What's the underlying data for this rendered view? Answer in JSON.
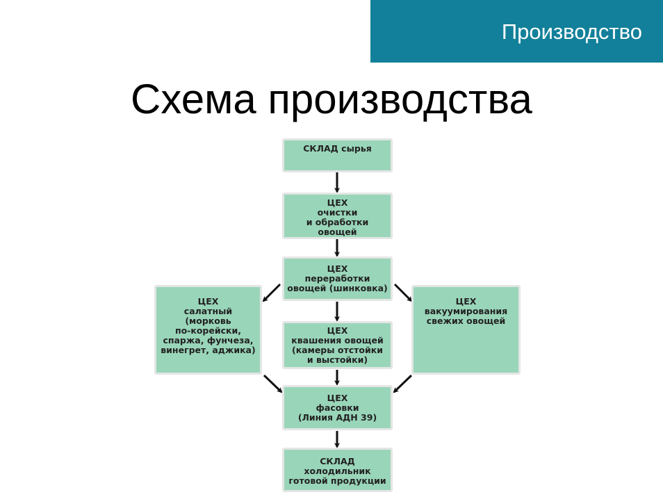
{
  "header": {
    "section": "Производство",
    "title": "Схема производства",
    "accent": "#12809a",
    "box_color": "#99d5b9"
  },
  "boxes": {
    "raw_store": "СКЛАД сырья",
    "cleaning": "ЦЕХ\nочистки\nи обработки\nовощей",
    "processing": "ЦЕХ\nпереработки\nовощей (шинковка)",
    "salad": "ЦЕХ\nсалатный\n(морковь\nпо-корейски,\nспаржа, фунчеза,\nвинегрет, аджика)",
    "vacuum": "ЦЕХ\nвакуумирования\nсвежих овощей",
    "fermenting": "ЦЕХ\nквашения  овощей\n(камеры отстойки\nи выстойки)",
    "packing": "ЦЕХ\nфасовки\n(Линия АДН 39)",
    "finished_store": "СКЛАД\nхолодильник\nготовой продукции"
  }
}
